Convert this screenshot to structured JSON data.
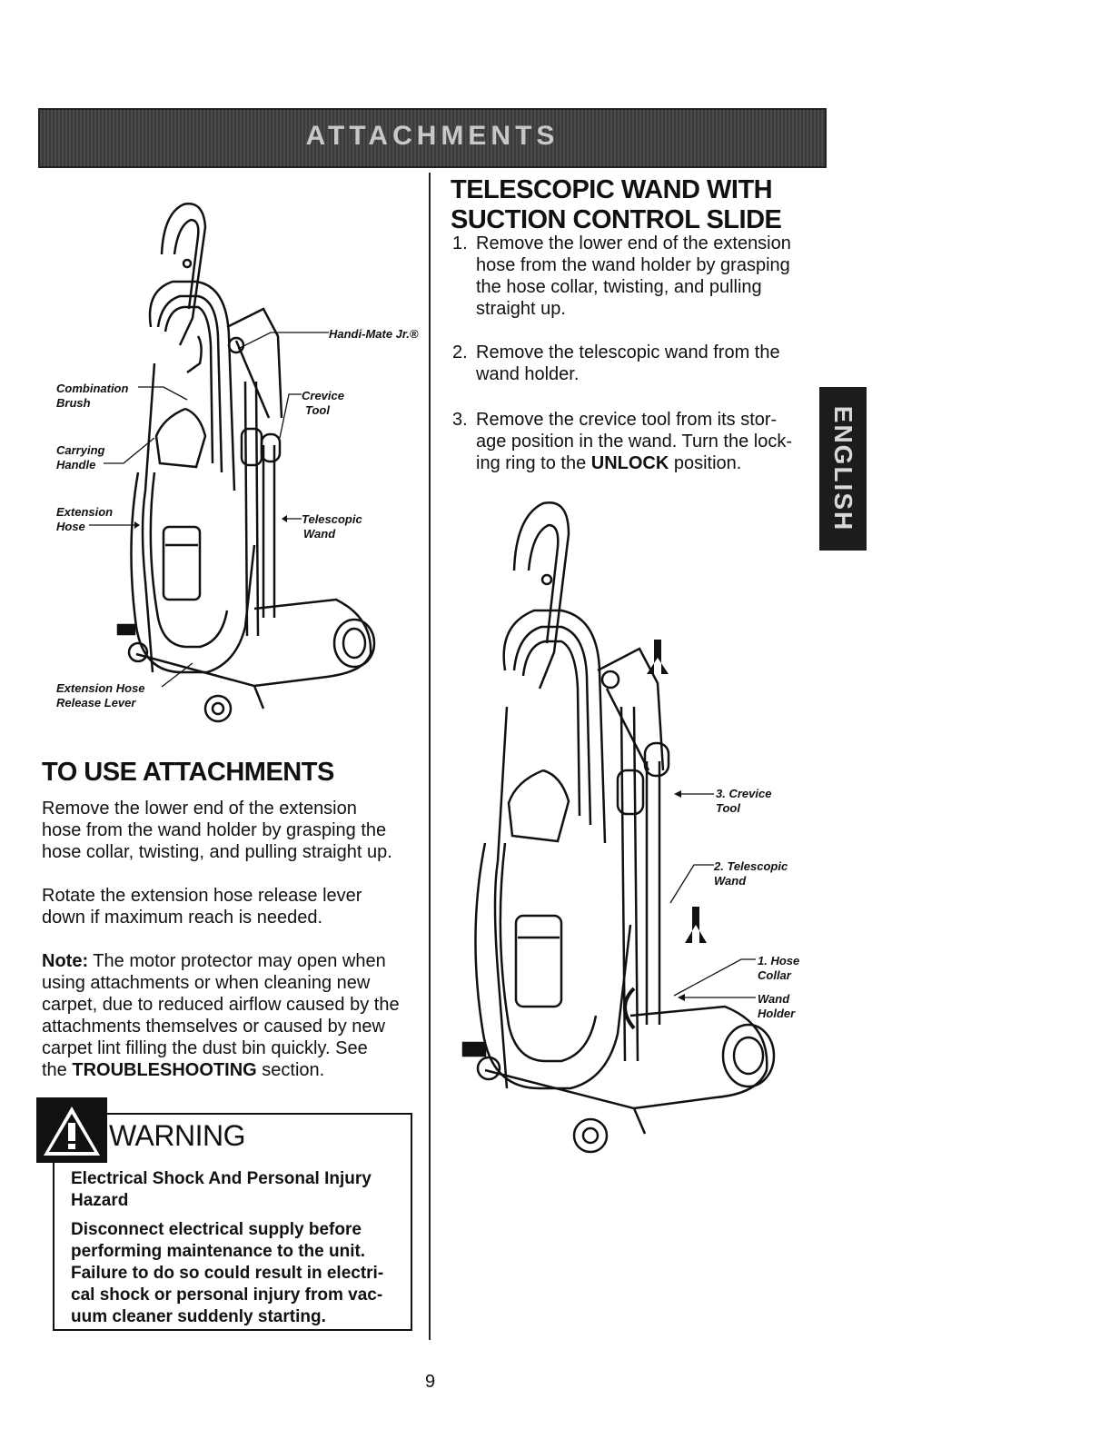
{
  "banner": {
    "title": "ATTACHMENTS"
  },
  "side_tab": {
    "label": "ENGLISH"
  },
  "left_illustration": {
    "callouts": {
      "handi_mate": "Handi-Mate Jr.®",
      "combination_brush_1": "Combination",
      "combination_brush_2": "Brush",
      "crevice_tool_1": "Crevice",
      "crevice_tool_2": "Tool",
      "carrying_handle_1": "Carrying",
      "carrying_handle_2": "Handle",
      "extension_hose_1": "Extension",
      "extension_hose_2": "Hose",
      "telescopic_wand_1": "Telescopic",
      "telescopic_wand_2": "Wand",
      "release_lever_1": "Extension Hose",
      "release_lever_2": "Release Lever"
    }
  },
  "to_use": {
    "heading": "TO USE ATTACHMENTS",
    "p1_l1": "Remove the lower end of the extension",
    "p1_l2": "hose from the wand holder by grasping the",
    "p1_l3": "hose collar, twisting, and pulling straight up.",
    "p2_l1": "Rotate the extension hose release lever",
    "p2_l2": "down if maximum reach is needed.",
    "note_label": "Note:",
    "note_l1": " The motor protector may open when",
    "note_l2": "using attachments or when cleaning new",
    "note_l3": "carpet, due to reduced airflow caused by the",
    "note_l4": "attachments themselves or caused by new",
    "note_l5": "carpet lint filling the dust bin quickly.  See",
    "note_l6_pre": "the ",
    "note_l6_bold": "TROUBLESHOOTING",
    "note_l6_post": " section."
  },
  "warning": {
    "title": "WARNING",
    "l1": "Electrical Shock And Personal Injury",
    "l2": "Hazard",
    "l3": "Disconnect electrical supply before",
    "l4": "performing maintenance to the unit.",
    "l5": "Failure to do so could result in electri-",
    "l6": "cal shock or personal injury from  vac-",
    "l7": "uum cleaner suddenly starting."
  },
  "telescopic": {
    "heading_l1": "TELESCOPIC WAND WITH",
    "heading_l2": "SUCTION CONTROL SLIDE",
    "steps": [
      {
        "num": "1.",
        "l1": "Remove the lower end of the extension",
        "l2": "hose from the wand holder by grasping",
        "l3": "the hose collar, twisting, and pulling",
        "l4": "straight up."
      },
      {
        "num": "2.",
        "l1": "Remove the telescopic wand from the",
        "l2": "wand holder."
      },
      {
        "num": "3.",
        "l1": "Remove the crevice tool from its stor-",
        "l2": "age position in the wand. Turn the lock-",
        "l3_pre": "ing ring to the ",
        "l3_bold": "UNLOCK",
        "l3_post": " position."
      }
    ]
  },
  "right_illustration": {
    "callouts": {
      "crevice_1": "3. Crevice",
      "crevice_2": "Tool",
      "wand_1": "2. Telescopic",
      "wand_2": "Wand",
      "collar_1": "1. Hose",
      "collar_2": "Collar",
      "holder_1": "Wand",
      "holder_2": "Holder"
    }
  },
  "page_number": "9"
}
